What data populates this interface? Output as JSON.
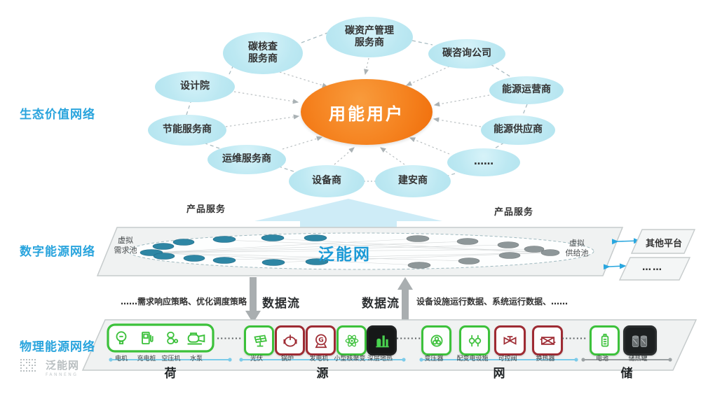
{
  "left_labels": {
    "eco": "生态价值网络",
    "digital": "数字能源网络",
    "physical": "物理能源网络"
  },
  "ecosystem": {
    "center_label": "用能用户",
    "bubbles": [
      {
        "label": "碳核查\n服务商"
      },
      {
        "label": "碳资产管理\n服务商"
      },
      {
        "label": "碳咨询公司"
      },
      {
        "label": "设计院"
      },
      {
        "label": "能源运营商"
      },
      {
        "label": "节能服务商"
      },
      {
        "label": "能源供应商"
      },
      {
        "label": "运维服务商"
      },
      {
        "label": "……"
      },
      {
        "label": "设备商"
      },
      {
        "label": "建安商"
      }
    ],
    "product_service_left": "产品服务",
    "product_service_right": "产品服务"
  },
  "digital_band": {
    "platform_name": "泛能网",
    "virtual_demand_pool": "虚拟\n需求池",
    "virtual_supply_pool": "虚拟\n供给池",
    "other_platform": "其他平台",
    "more_platforms": "……"
  },
  "flows": {
    "strategy_text": "……需求响应策略、优化调度策略",
    "data_flow_down": "数据流",
    "data_flow_up": "数据流",
    "telemetry_text": "设备设施运行数据、系统运行数据、……"
  },
  "physical_band": {
    "separator": "·······",
    "sections": [
      {
        "name": "荷",
        "items": [
          {
            "label": "电机"
          },
          {
            "label": "充电桩"
          },
          {
            "label": "空压机"
          },
          {
            "label": "水泵"
          }
        ]
      },
      {
        "name": "源",
        "items": [
          {
            "label": "光伏"
          },
          {
            "label": "锅炉"
          },
          {
            "label": "发电机"
          },
          {
            "label": "小型核聚变"
          },
          {
            "label": "深层地热"
          }
        ]
      },
      {
        "name": "网",
        "items": [
          {
            "label": "变压器"
          },
          {
            "label": "配变电设施"
          },
          {
            "label": "可控阀"
          },
          {
            "label": "换热器"
          }
        ]
      },
      {
        "name": "储",
        "items": [
          {
            "label": "电池"
          },
          {
            "label": "储热罐"
          }
        ]
      }
    ]
  },
  "logo": {
    "name": "泛能网",
    "subtitle": "FANNENG"
  },
  "colors": {
    "accent_blue": "#29A4DD",
    "platform_blue": "#1C9AD6",
    "center_orange": "#F5821F",
    "bubble_fill": "#BCE8F2",
    "icon_green": "#3CC13B",
    "icon_red": "#9E2B33",
    "arrow_gray": "#A9AEB0",
    "band_fill": "#F0F2F2",
    "section_line_blue": "#7CCBE9"
  }
}
